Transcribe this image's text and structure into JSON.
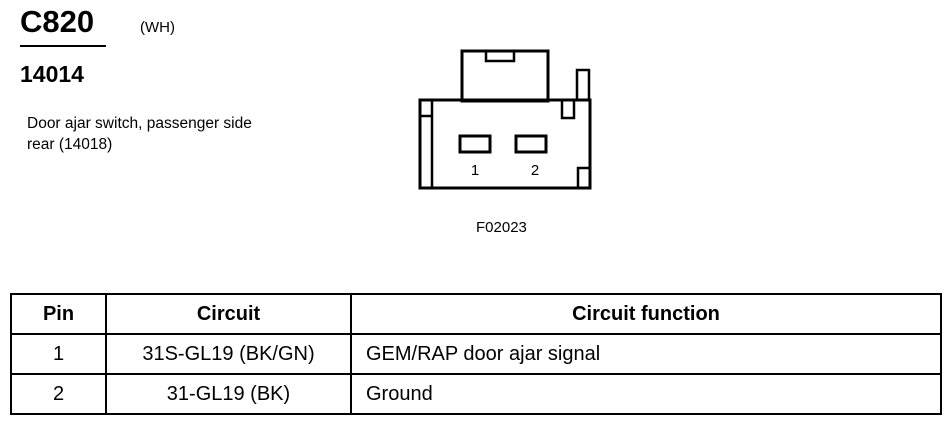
{
  "header": {
    "connector_id": "C820",
    "color_code": "(WH)",
    "part_number": "14014",
    "description": "Door ajar switch, passenger side rear (14018)"
  },
  "diagram": {
    "pin_labels": [
      "1",
      "2"
    ],
    "figure_code": "F02023"
  },
  "table": {
    "headers": {
      "pin": "Pin",
      "circuit": "Circuit",
      "function": "Circuit function"
    },
    "rows": [
      {
        "pin": "1",
        "circuit": "31S-GL19 (BK/GN)",
        "function": "GEM/RAP door ajar signal"
      },
      {
        "pin": "2",
        "circuit": "31-GL19 (BK)",
        "function": "Ground"
      }
    ]
  }
}
